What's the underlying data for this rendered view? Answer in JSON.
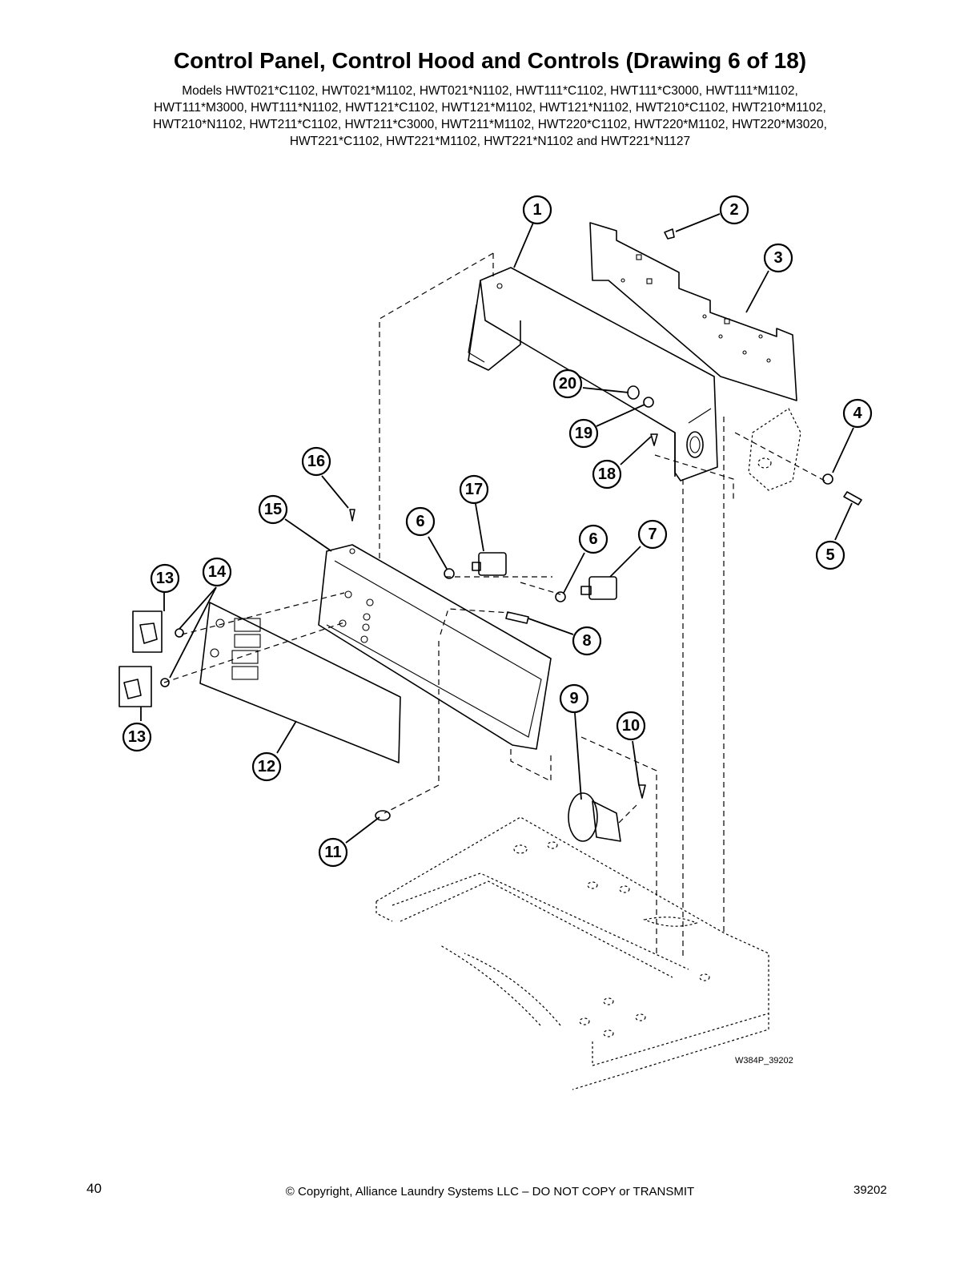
{
  "header": {
    "title": "Control Panel, Control Hood and Controls (Drawing 6 of 18)",
    "models": [
      "Models HWT021*C1102, HWT021*M1102, HWT021*N1102, HWT111*C1102, HWT111*C3000, HWT111*M1102,",
      "HWT111*M3000, HWT111*N1102, HWT121*C1102, HWT121*M1102, HWT121*N1102, HWT210*C1102, HWT210*M1102,",
      "HWT210*N1102, HWT211*C1102, HWT211*C3000, HWT211*M1102, HWT220*C1102, HWT220*M1102, HWT220*M3020,",
      "HWT221*C1102, HWT221*M1102, HWT221*N1102 and HWT221*N1127"
    ]
  },
  "diagram": {
    "drawing_id": "W384P_39202",
    "callouts": [
      "1",
      "2",
      "3",
      "4",
      "5",
      "6",
      "6",
      "7",
      "8",
      "9",
      "10",
      "11",
      "12",
      "13",
      "13",
      "14",
      "15",
      "16",
      "17",
      "18",
      "19",
      "20"
    ]
  },
  "footer": {
    "page_number": "40",
    "copyright": "© Copyright, Alliance Laundry Systems LLC – DO NOT COPY or TRANSMIT",
    "document_number": "39202"
  }
}
